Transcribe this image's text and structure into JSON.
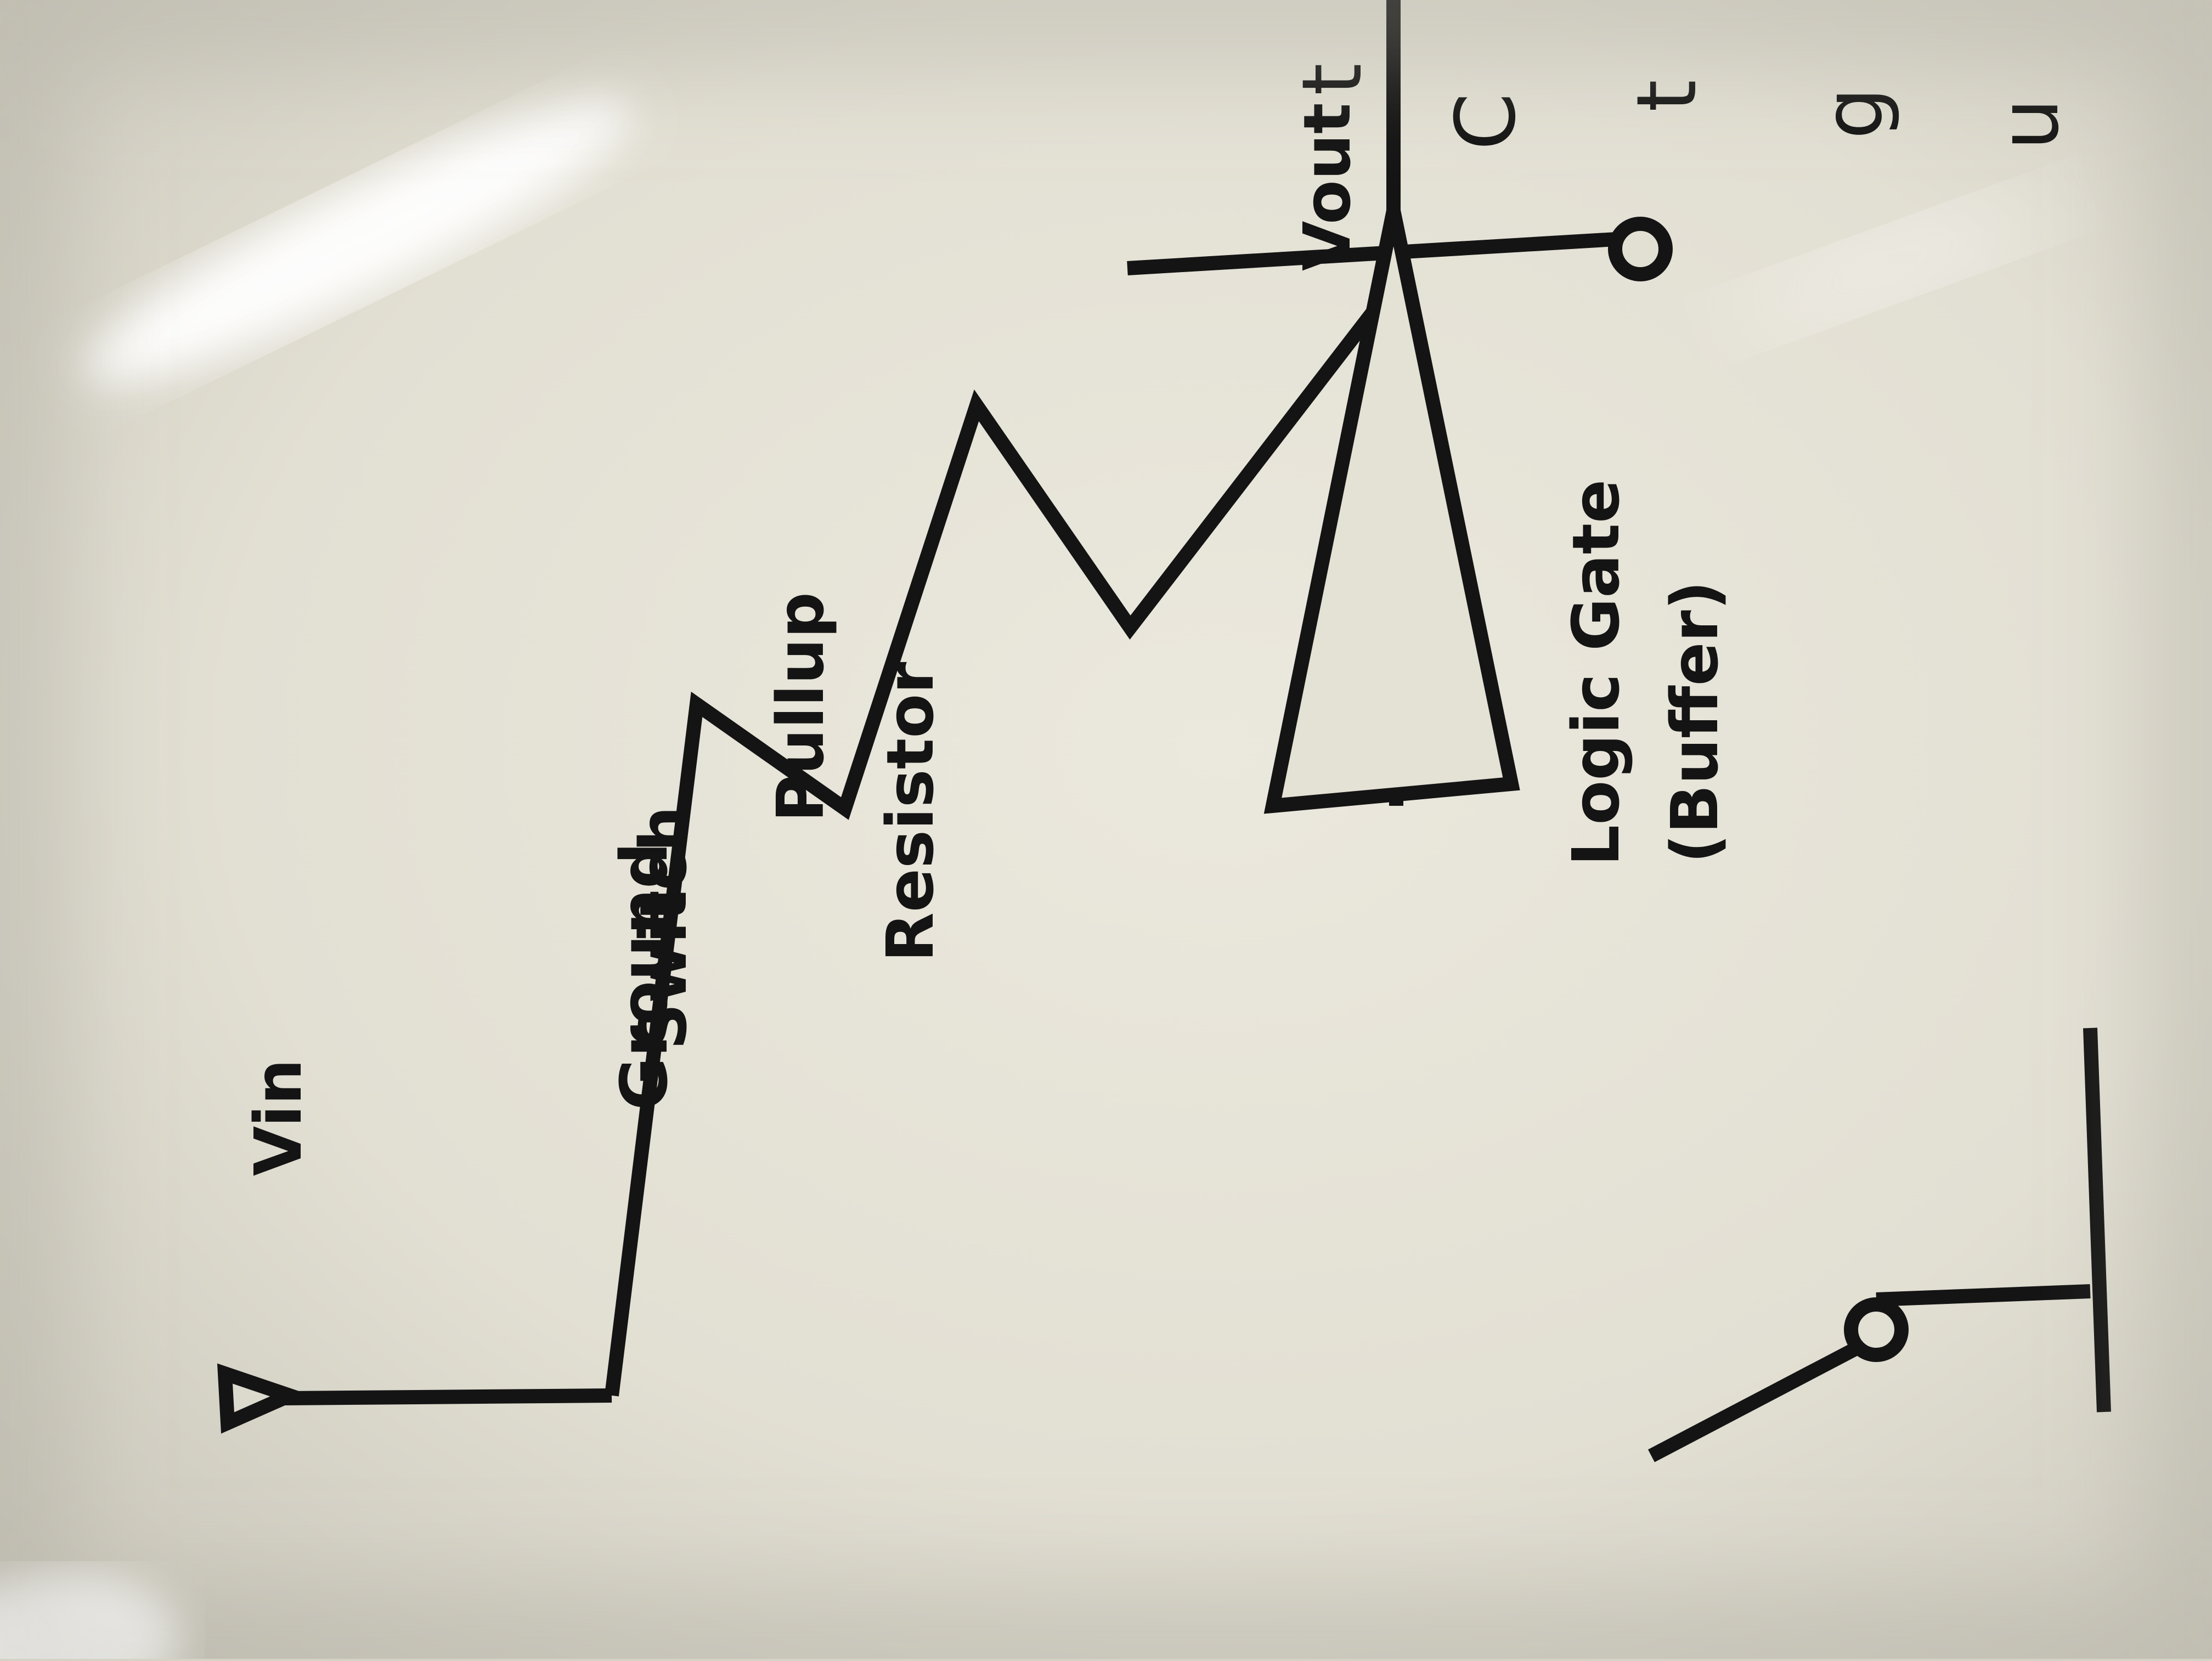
{
  "labels": {
    "vin": "Vin",
    "pullup_line1": "Pullup",
    "pullup_line2": "Resistor",
    "switch": "Switch",
    "ground": "Ground",
    "gate_line1": "Logic Gate",
    "gate_line2": "(Buffer)",
    "vout": "Vout"
  },
  "margin_fragments": [
    "t",
    "C",
    "t",
    "g",
    "u"
  ],
  "colors": {
    "background": "#e9e6db",
    "ink": "#141414"
  }
}
